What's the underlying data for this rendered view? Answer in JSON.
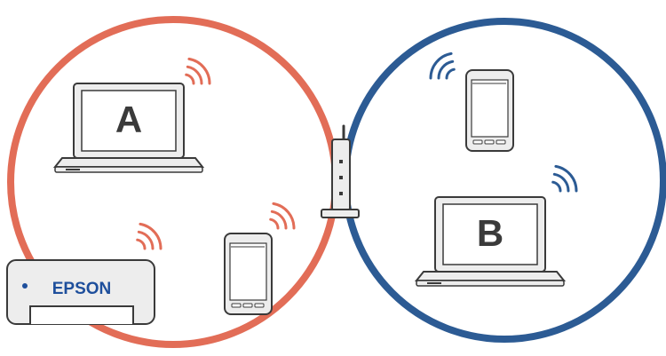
{
  "colors": {
    "network_a": "#e26d57",
    "network_b": "#2c5b94",
    "device_outline": "#3a3a3a",
    "screen_fill": "#ffffff",
    "body_fill": "#ededed",
    "brand_text": "#1e4f9c"
  },
  "networks": [
    {
      "id": "A",
      "label": "A",
      "color": "#e26d57"
    },
    {
      "id": "B",
      "label": "B",
      "color": "#2c5b94"
    }
  ],
  "devices": {
    "laptop_a": {
      "icon": "laptop-icon",
      "screen_label": "A"
    },
    "laptop_b": {
      "icon": "laptop-icon",
      "screen_label": "B"
    },
    "printer": {
      "icon": "printer-icon",
      "brand": "EPSON"
    },
    "phone_a": {
      "icon": "smartphone-icon"
    },
    "phone_b": {
      "icon": "smartphone-icon"
    },
    "router": {
      "icon": "wireless-router-icon"
    }
  },
  "wifi_signals": 5
}
